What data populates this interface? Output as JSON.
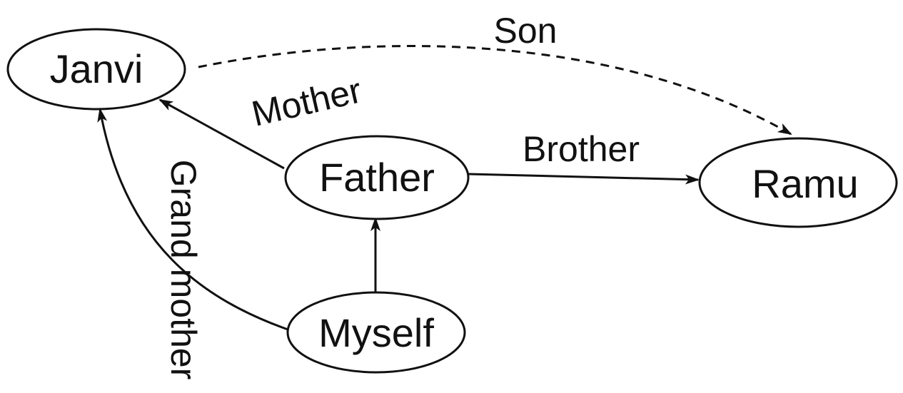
{
  "nodes": {
    "janvi": "Janvi",
    "father": "Father",
    "ramu": "Ramu",
    "myself": "Myself"
  },
  "edges": {
    "son": "Son",
    "mother": "Mother",
    "brother": "Brother",
    "grand_mother": "Grand mother"
  },
  "colors": {
    "ink": "#111111",
    "background": "#ffffff"
  }
}
